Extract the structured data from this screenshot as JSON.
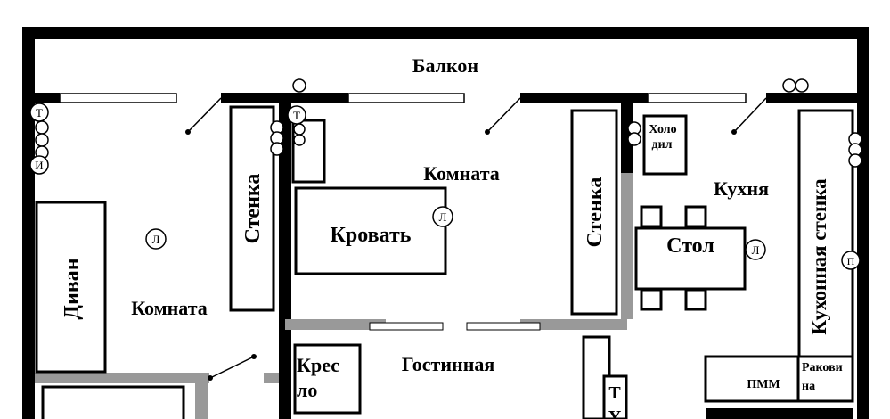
{
  "rooms": {
    "balcony": "Балкон",
    "room_left": "Комната",
    "room_center": "Комната",
    "living_room": "Гостинная",
    "kitchen": "Кухня"
  },
  "furniture": {
    "sofa": "Диван",
    "wall_unit_left": "Стенка",
    "bed": "Кровать",
    "wall_unit_right": "Стенка",
    "table": "Стол",
    "fridge_line1": "Холо",
    "fridge_line2": "дил",
    "kitchen_unit": "Кухонная стенка",
    "armchair_line1": "Крес",
    "armchair_line2": "ло",
    "dishwasher": "ПММ",
    "sink_line1": "Ракови",
    "sink_line2": "на",
    "tv_line1": "Т",
    "tv_line2": "У"
  },
  "symbols": {
    "lamp": "Л",
    "tv_socket": "Т",
    "internet_socket": "И",
    "p_socket": "П"
  }
}
